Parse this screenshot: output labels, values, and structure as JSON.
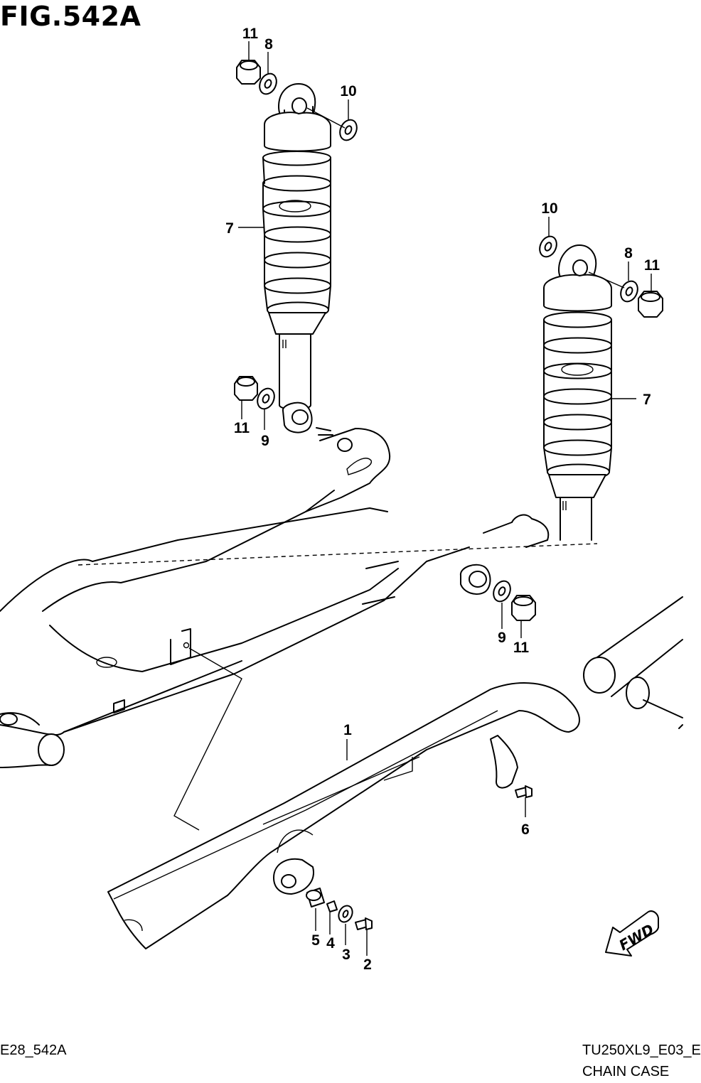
{
  "figure": {
    "title": "FIG.542A",
    "footer_left": "E28_542A",
    "footer_right_code": "TU250XL9_E03_E",
    "footer_right_name": "CHAIN CASE"
  },
  "direction_indicator": "FWD",
  "callouts": {
    "c1": "1",
    "c2": "2",
    "c3": "3",
    "c4": "4",
    "c5": "5",
    "c6": "6",
    "c7a": "7",
    "c7b": "7",
    "c8a": "8",
    "c8b": "8",
    "c9a": "9",
    "c9b": "9",
    "c10a": "10",
    "c10b": "10",
    "c11a": "11",
    "c11b": "11",
    "c11c": "11",
    "c11d": "11"
  }
}
